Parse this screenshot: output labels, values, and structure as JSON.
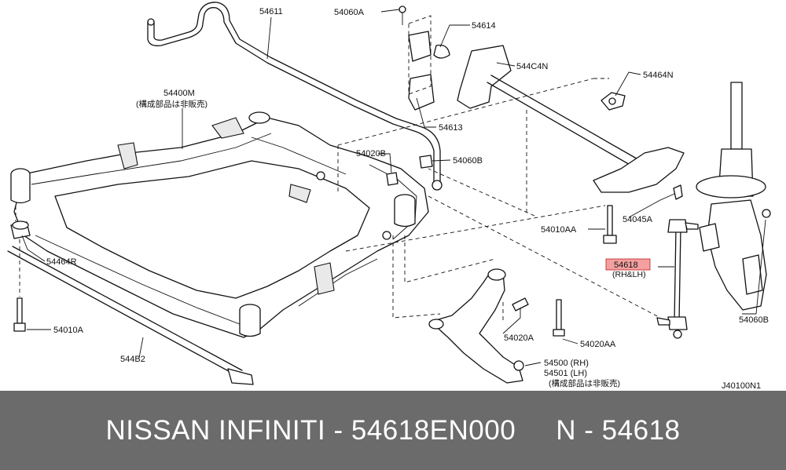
{
  "callouts": {
    "p54611": "54611",
    "p54060A": "54060A",
    "p54614": "54614",
    "p544C4N": "544C4N",
    "p54464N": "54464N",
    "p54400M": "54400M",
    "p54400M_note": "(構成部品は非販売)",
    "p54613": "54613",
    "p54020B": "54020B",
    "p54060B_top": "54060B",
    "p54045A": "54045A",
    "p54010AA": "54010AA",
    "p54618": "54618",
    "p54618_side": "(RH&LH)",
    "p54464R": "54464R",
    "p54010A": "54010A",
    "p54060B_right": "54060B",
    "p54020A": "54020A",
    "p54020AA": "54020AA",
    "p54500": "54500 (RH)",
    "p54501": "54501 (LH)",
    "p5450x_note": "(構成部品は非販売)",
    "p544B2": "544B2",
    "diagram_code": "J40100N1"
  },
  "highlight_color": "#f4a0a0",
  "footer": {
    "text": "NISSAN INFINITI - 54618EN000     N - 54618",
    "background": "#6b6b6b",
    "color": "#ffffff"
  }
}
